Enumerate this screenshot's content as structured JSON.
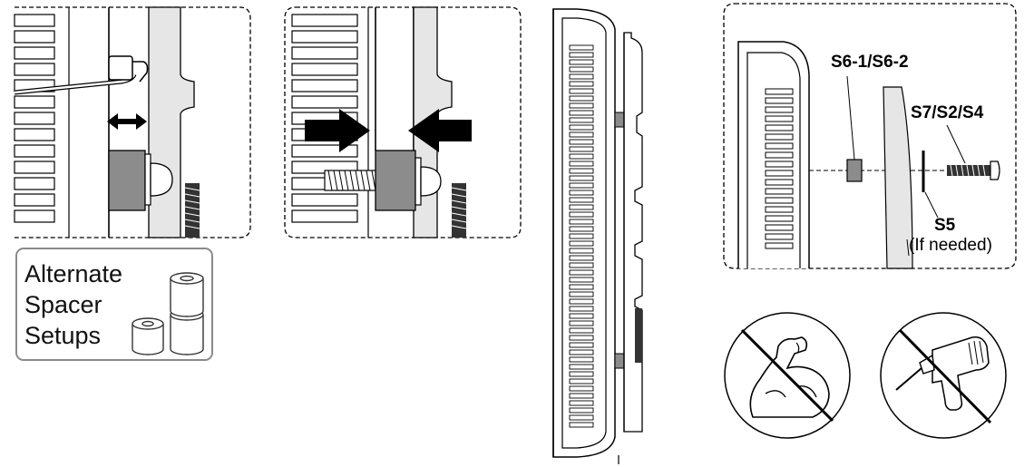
{
  "spacer_box": {
    "lines": [
      "Alternate",
      "Spacer",
      "Setups"
    ]
  },
  "parts_labels": {
    "spacer": "S6-1/S6-2",
    "bolt": "S7/S2/S4",
    "washer": "S5",
    "washer_note": "(If needed)"
  },
  "warning_icons": [
    "no-excess-force-icon",
    "no-power-drill-icon"
  ],
  "colors": {
    "line": "#000000",
    "gray_fill": "#8c8c8c",
    "light_fill": "#e6e6e6",
    "frame": "#8a8a8a"
  }
}
